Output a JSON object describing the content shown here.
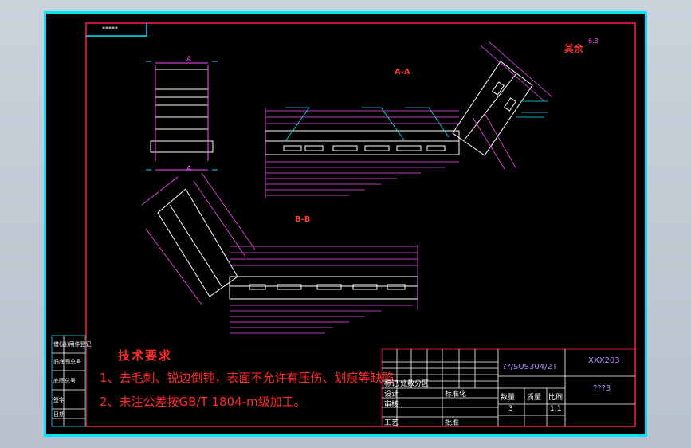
{
  "drawing": {
    "corner_tag": "*****",
    "roughness_note": "其余",
    "roughness_value": "6.3",
    "view_aa_label": "A-A",
    "view_bb_label": "B-B",
    "small_view_label_a1": "A",
    "small_view_label_a2": "A"
  },
  "requirements": {
    "title": "技术要求",
    "line1": "1、去毛刺、锐边倒钝，表面不允许有压伤、划痕等缺陷",
    "line2": "2、未注公差按GB/T 1804-m级加工。"
  },
  "title_block": {
    "material": "??/SUS304/2T",
    "drawing_no": "XXX203",
    "part_name": "???3",
    "designer_label": "设计",
    "checker_label": "审核",
    "process_label": "工艺",
    "approver_label": "批准",
    "standard_label": "标准化",
    "quantity_label": "数量",
    "weight_label": "质量",
    "scale_label": "比例",
    "quantity_value": "3",
    "scale_value": "1:1",
    "mark_label": "标记",
    "count_label": "处数",
    "zone_label": "分区"
  },
  "side_strip": {
    "items": [
      "借(通)用件登记",
      "旧底图总号",
      "底图总号",
      "签字",
      "日期"
    ]
  },
  "colors": {
    "frame": "#00e5ff",
    "sheet_border": "#ff1a4b",
    "geometry": "#ffffff",
    "dimension": "#ff4dff",
    "leader": "#00e5ff",
    "requirements_text": "#ff2a2a"
  }
}
